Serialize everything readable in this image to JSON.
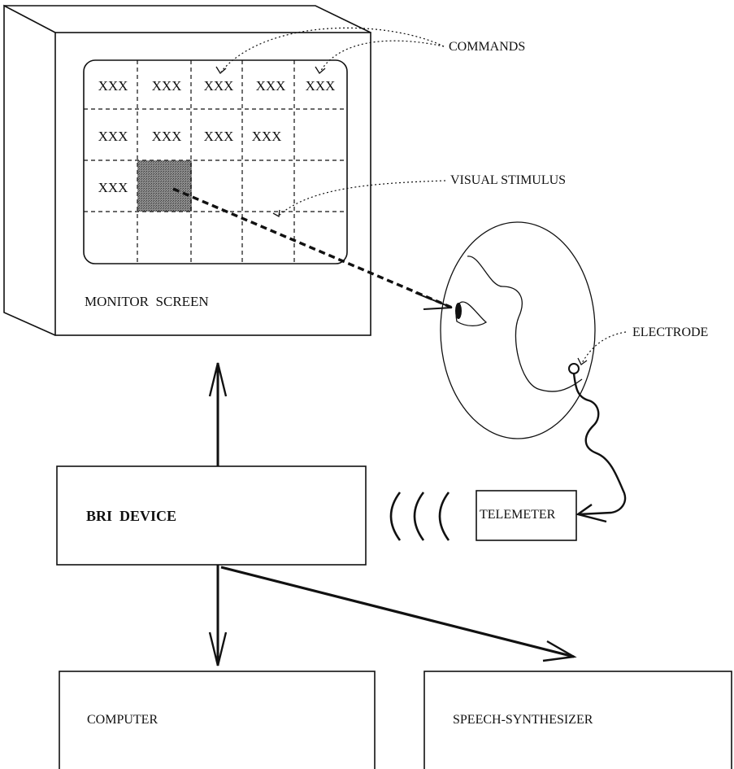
{
  "grid": {
    "cells": [
      [
        "XXX",
        "XXX",
        "XXX",
        "XXX",
        "XXX"
      ],
      [
        "XXX",
        "XXX",
        "XXX",
        "XXX",
        ""
      ],
      [
        "XXX",
        "",
        "",
        "",
        ""
      ],
      [
        "",
        "",
        "",
        "",
        ""
      ]
    ]
  },
  "labels": {
    "commands": "COMMANDS",
    "visual_stimulus": "VISUAL STIMULUS",
    "monitor_screen": "MONITOR  SCREEN",
    "electrode": "ELECTRODE",
    "bri_device": "BRI  DEVICE",
    "telemeter": "TELEMETER",
    "computer": "COMPUTER",
    "speech_synthesizer": "SPEECH-SYNTHESIZER"
  },
  "colors": {
    "line": "#111111",
    "stimulus": "#6f6f6f",
    "background": "#ffffff"
  }
}
